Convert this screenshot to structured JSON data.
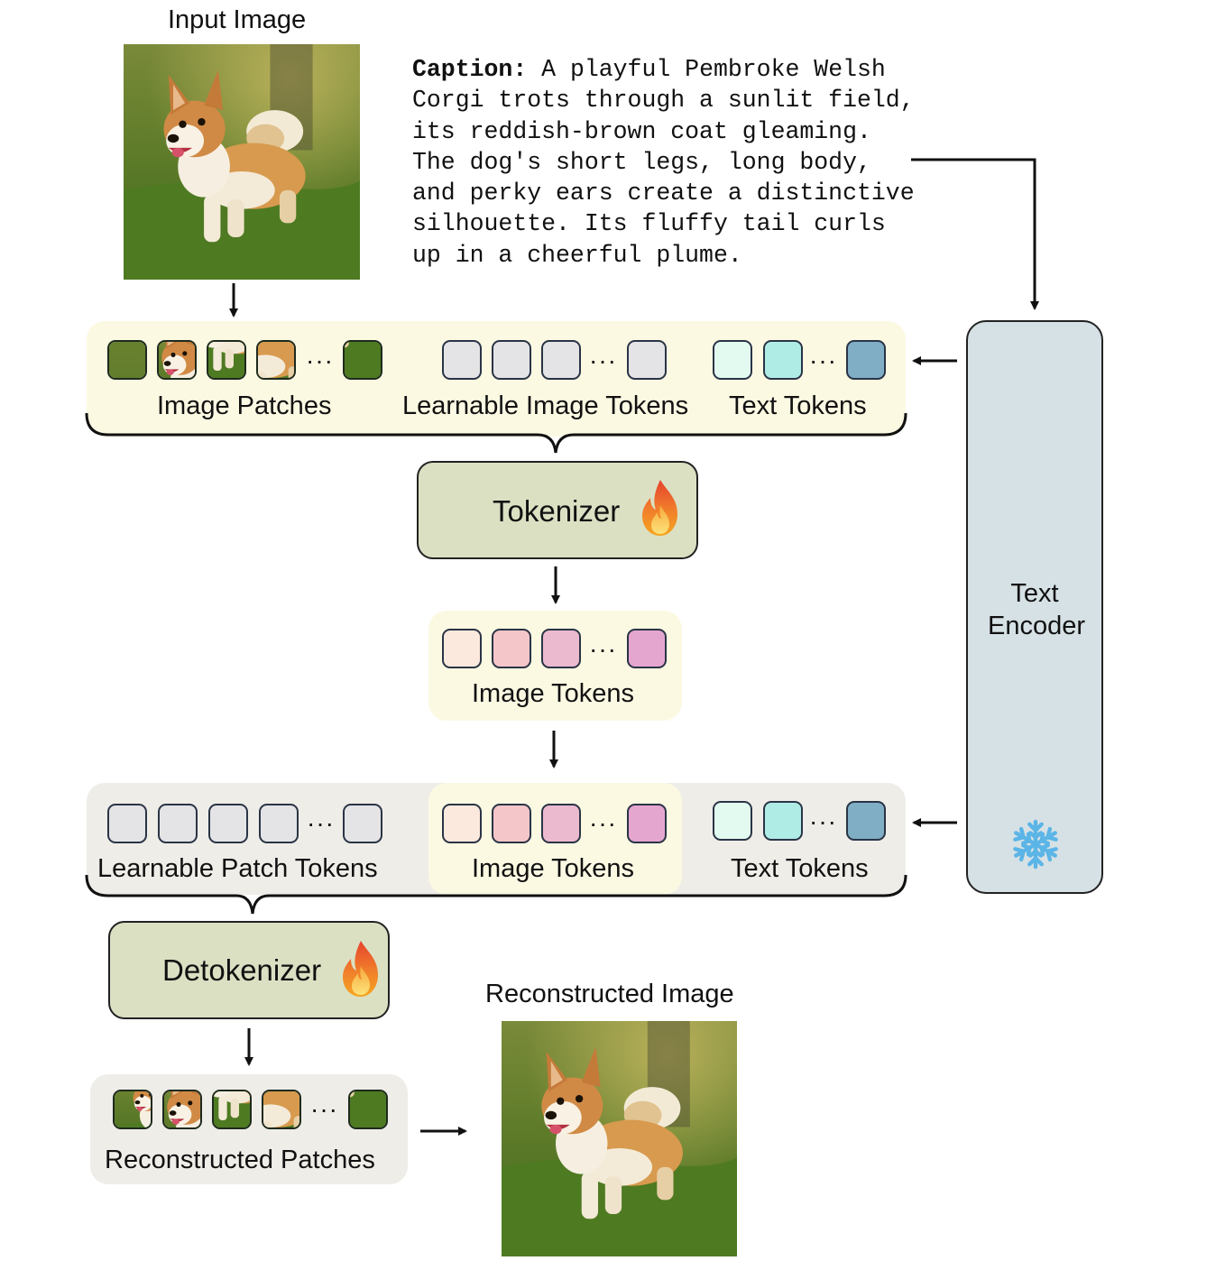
{
  "input_title": "Input Image",
  "caption": {
    "label": "Caption:",
    "text": " A playful Pembroke Welsh Corgi trots through a sunlit field, its reddish-brown coat gleaming. The dog's short legs, long body, and perky ears create a distinctive silhouette. Its fluffy tail curls up in a cheerful plume."
  },
  "encoder_input": {
    "image_patches_label": "Image Patches",
    "learnable_image_tokens_label": "Learnable Image Tokens",
    "text_tokens_label": "Text Tokens"
  },
  "tokenizer_label": "Tokenizer",
  "image_tokens_label": "Image Tokens",
  "decoder_input": {
    "learnable_patch_tokens_label": "Learnable Patch Tokens",
    "image_tokens_label": "Image Tokens",
    "text_tokens_label": "Text Tokens"
  },
  "detokenizer_label": "Detokenizer",
  "reconstructed_patches_label": "Reconstructed Patches",
  "reconstructed_title": "Reconstructed Image",
  "text_encoder_label": "Text Encoder",
  "dots": "···",
  "icons": {
    "trainable": "fire-icon",
    "frozen": "snowflake-icon"
  },
  "colors": {
    "learnable_token": "#e4e4e6",
    "text_token_1": "#e3faf0",
    "text_token_2": "#b0ece6",
    "text_token_3": "#7faec5",
    "image_token_1": "#fce9dd",
    "image_token_2": "#f5c6c9",
    "image_token_3": "#ecbace",
    "image_token_4": "#e4a6cf",
    "module_fill": "#dbe0c3",
    "text_encoder_fill": "#d6e1e5"
  }
}
